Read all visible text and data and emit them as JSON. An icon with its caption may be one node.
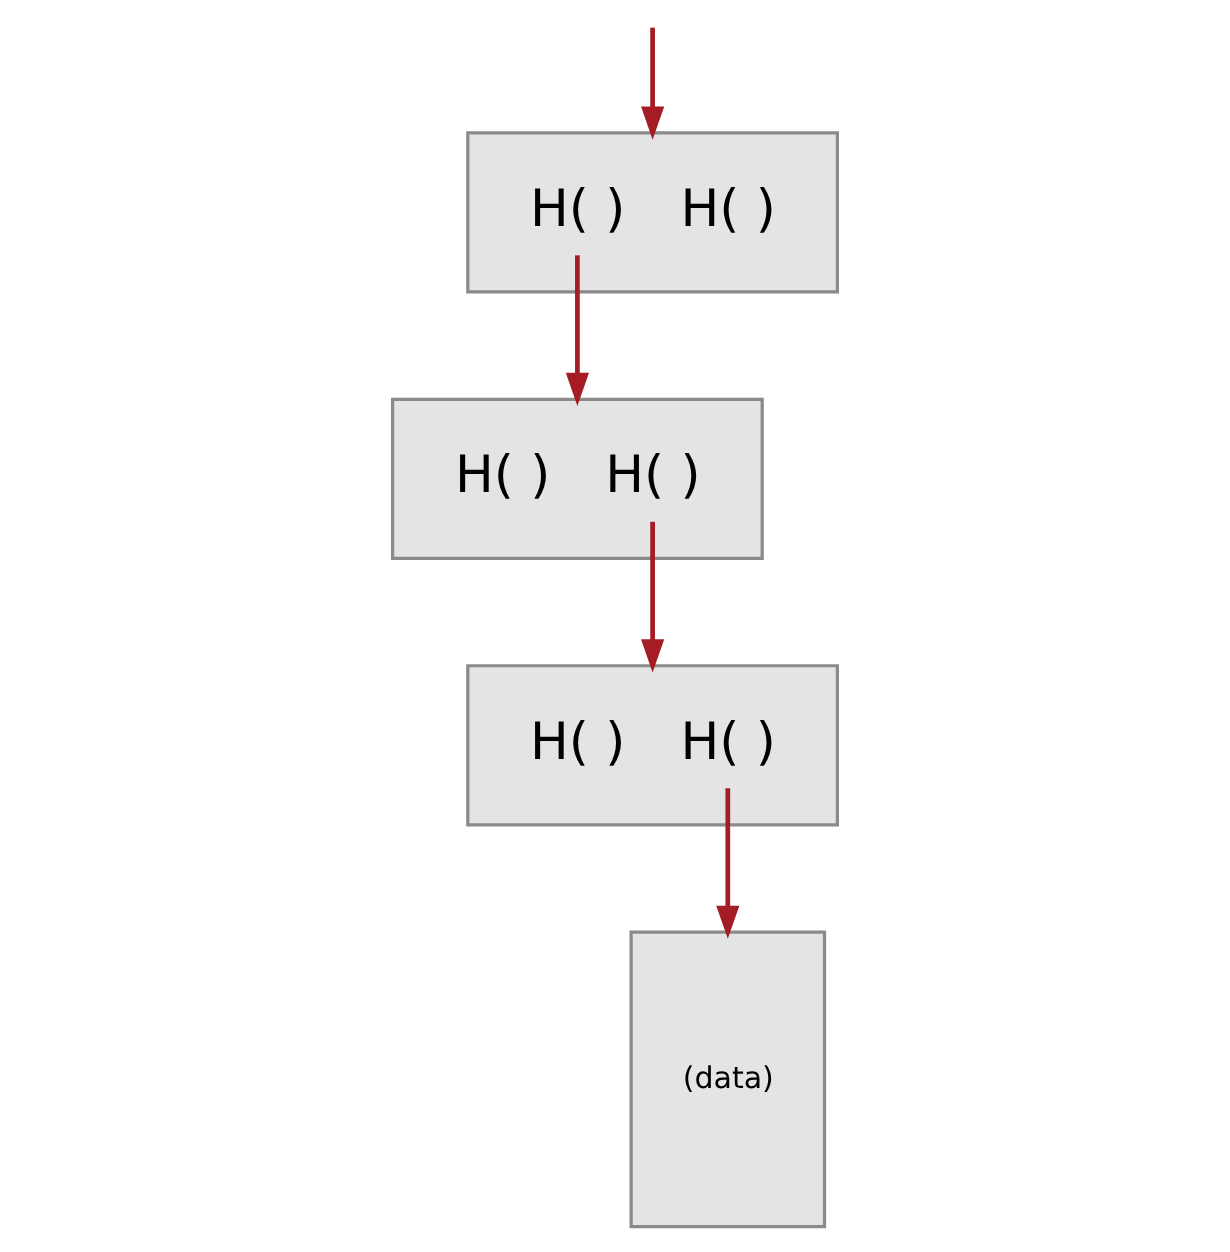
{
  "diagram": {
    "nodes": [
      {
        "text": [
          "H( )",
          "H( )"
        ]
      },
      {
        "text": [
          "H( )",
          "H( )"
        ]
      },
      {
        "text": [
          "H( )",
          "H( )"
        ]
      },
      {
        "text": [
          "(data)"
        ]
      }
    ],
    "edges": [
      {
        "from": null,
        "to": 0,
        "arrow": "to"
      },
      {
        "from": 0,
        "to": 1,
        "arrow": "to"
      },
      {
        "from": 1,
        "to": 2,
        "arrow": "to"
      },
      {
        "from": 2,
        "to": 3,
        "arrow": "to"
      }
    ]
  }
}
